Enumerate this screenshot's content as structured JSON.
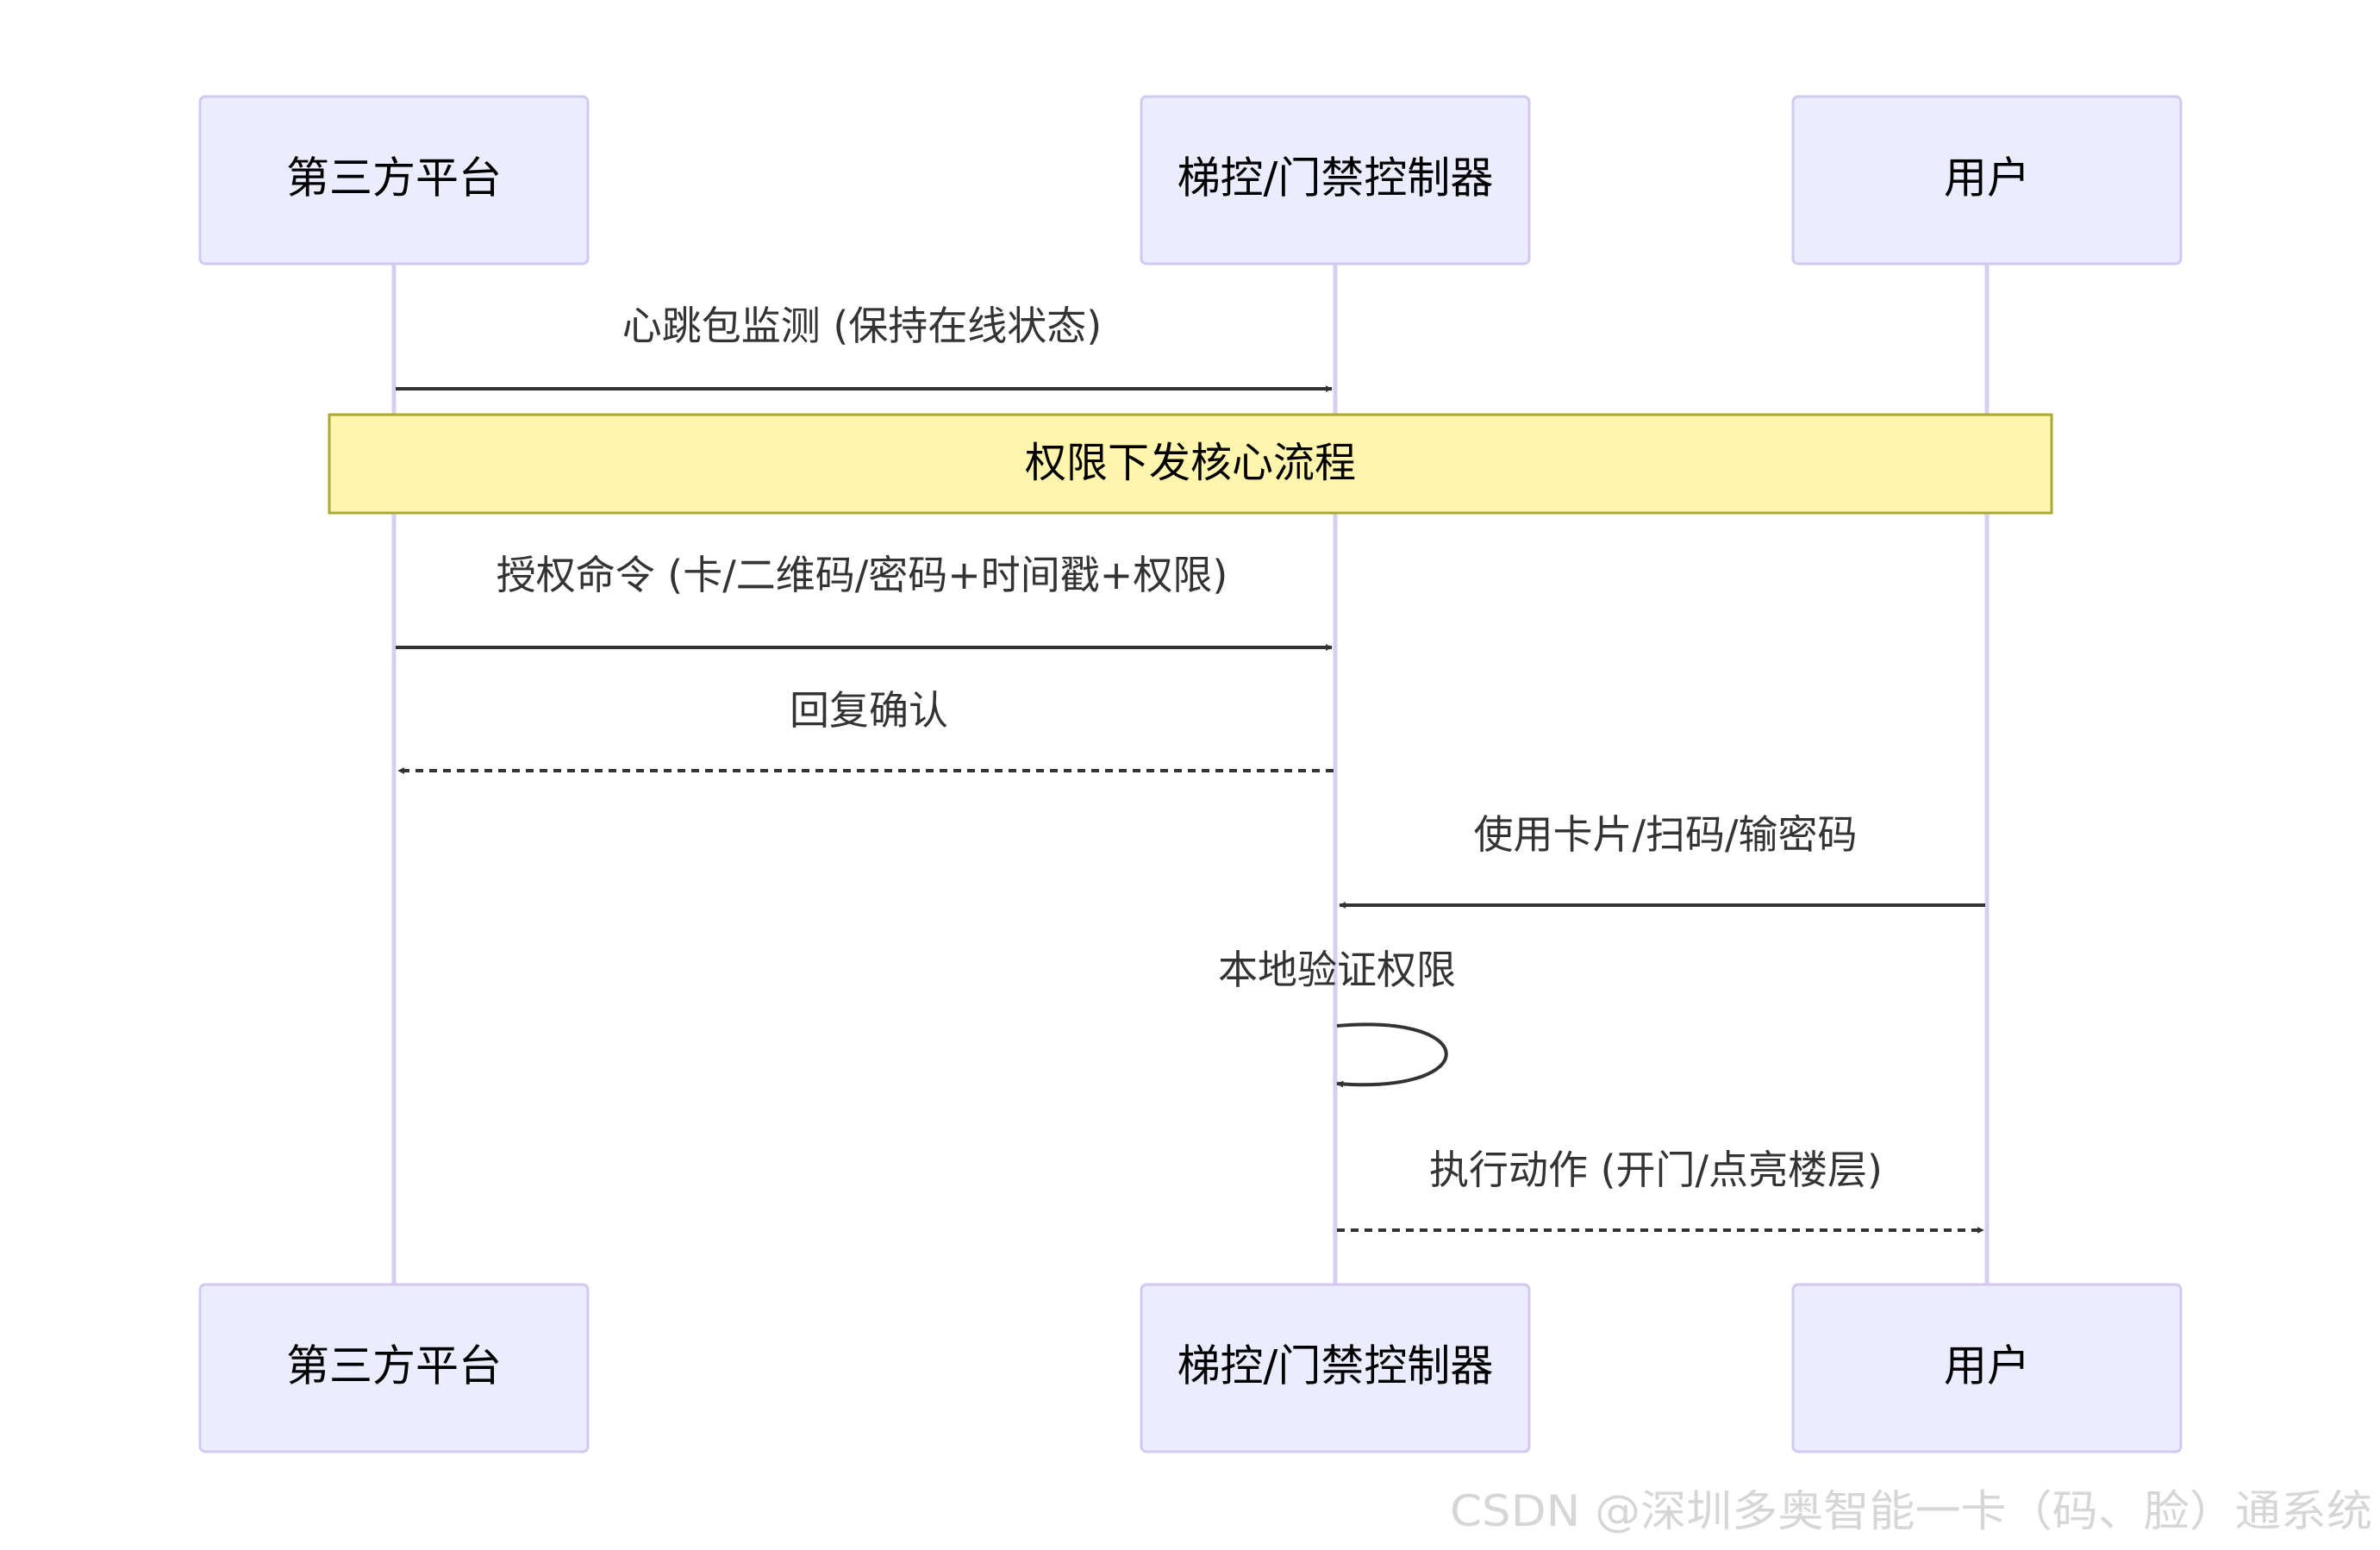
{
  "actors": [
    {
      "id": "platform",
      "label": "第三方平台"
    },
    {
      "id": "controller",
      "label": "梯控/门禁控制器"
    },
    {
      "id": "user",
      "label": "用户"
    }
  ],
  "note": {
    "text": "权限下发核心流程"
  },
  "messages": [
    {
      "text": "心跳包监测 (保持在线状态)",
      "from": "platform",
      "to": "controller",
      "style": "solid"
    },
    {
      "text": "授权命令 (卡/二维码/密码+时间戳+权限)",
      "from": "platform",
      "to": "controller",
      "style": "solid"
    },
    {
      "text": "回复确认",
      "from": "controller",
      "to": "platform",
      "style": "dashed"
    },
    {
      "text": "使用卡片/扫码/输密码",
      "from": "user",
      "to": "controller",
      "style": "solid"
    },
    {
      "text": "本地验证权限",
      "from": "controller",
      "to": "controller",
      "style": "solid"
    },
    {
      "text": "执行动作 (开门/点亮楼层)",
      "from": "controller",
      "to": "user",
      "style": "dashed"
    }
  ],
  "watermark": "CSDN @深圳多奥智能一卡（码、脸）通系统"
}
